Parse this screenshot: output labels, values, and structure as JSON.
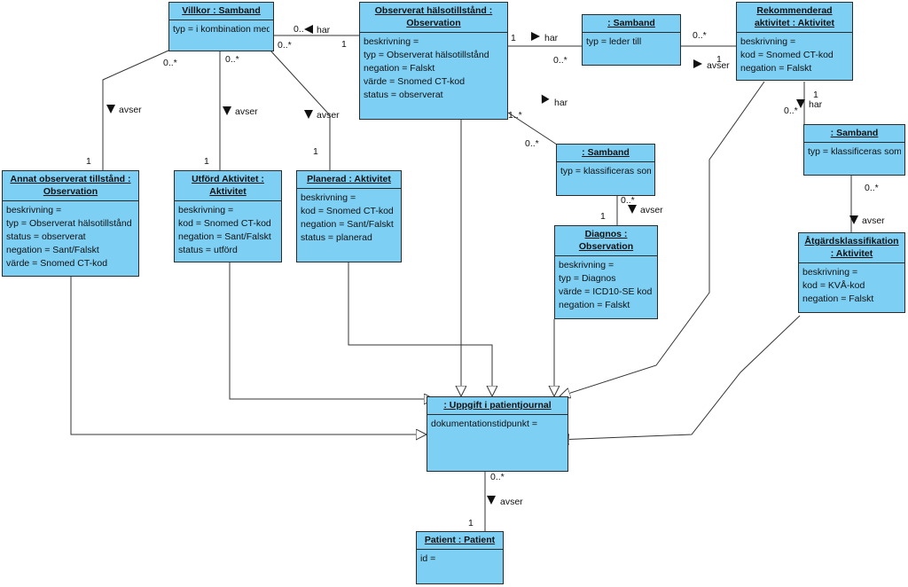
{
  "boxes": {
    "villkor": {
      "title": "Villkor : Samband",
      "attrs": [
        "typ = i kombination med"
      ]
    },
    "observerat": {
      "title": "Observerat hälsotillstånd :\nObservation",
      "attrs": [
        "beskrivning =",
        "typ = Observerat hälsotillstånd",
        "negation = Falskt",
        "värde = Snomed CT-kod",
        "status = observerat"
      ]
    },
    "samband_leder": {
      "title": ": Samband",
      "attrs": [
        "typ = leder till"
      ]
    },
    "rekommenderad": {
      "title": "Rekommenderad\naktivitet : Aktivitet",
      "attrs": [
        "beskrivning =",
        "kod = Snomed CT-kod",
        "negation = Falskt"
      ]
    },
    "annat": {
      "title": "Annat observerat tillstånd :\nObservation",
      "attrs": [
        "beskrivning =",
        "typ = Observerat hälsotillstånd",
        "status = observerat",
        "negation = Sant/Falskt",
        "värde = Snomed CT-kod"
      ]
    },
    "utford": {
      "title": "Utförd Aktivitet :\nAktivitet",
      "attrs": [
        "beskrivning =",
        "kod = Snomed CT-kod",
        "negation = Sant/Falskt",
        "status = utförd"
      ]
    },
    "planerad": {
      "title": "Planerad : Aktivitet",
      "attrs": [
        "beskrivning =",
        "kod = Snomed CT-kod",
        "negation = Sant/Falskt",
        "status = planerad"
      ]
    },
    "samband_klass1": {
      "title": ": Samband",
      "attrs": [
        "typ = klassificeras som"
      ]
    },
    "samband_klass2": {
      "title": ": Samband",
      "attrs": [
        "typ = klassificeras som"
      ]
    },
    "diagnos": {
      "title": "Diagnos :\nObservation",
      "attrs": [
        "beskrivning =",
        "typ = Diagnos",
        "värde = ICD10-SE kod",
        "negation = Falskt"
      ]
    },
    "atgard": {
      "title": "Åtgärdsklassifikation\n: Aktivitet",
      "attrs": [
        "beskrivning =",
        "kod = KVÅ-kod",
        "negation = Falskt"
      ]
    },
    "uppgift": {
      "title": ": Uppgift i patientjournal",
      "attrs": [
        "dokumentationstidpunkt ="
      ]
    },
    "patient": {
      "title": "Patient : Patient",
      "attrs": [
        "id ="
      ]
    }
  },
  "labels": {
    "l1": "0..",
    "l2": "har",
    "l3": "0..*",
    "l4": "1",
    "l5": "1",
    "l6": "har",
    "l7": "0..*",
    "l8": "0..*",
    "l9": "1",
    "l10": "avser",
    "l11": "0..*",
    "l12": "avser",
    "l13": "1",
    "l14": "0..*",
    "l15": "avser",
    "l16": "1",
    "l17": "avser",
    "l18": "1",
    "l19": "1..*",
    "l20": "har",
    "l21": "0..*",
    "l22": "0..*",
    "l23": "avser",
    "l24": "1",
    "l25": "1",
    "l26": "har",
    "l27": "0..*",
    "l28": "0..*",
    "l29": "avser",
    "l30": "0..*",
    "l31": "avser",
    "l32": "1"
  }
}
